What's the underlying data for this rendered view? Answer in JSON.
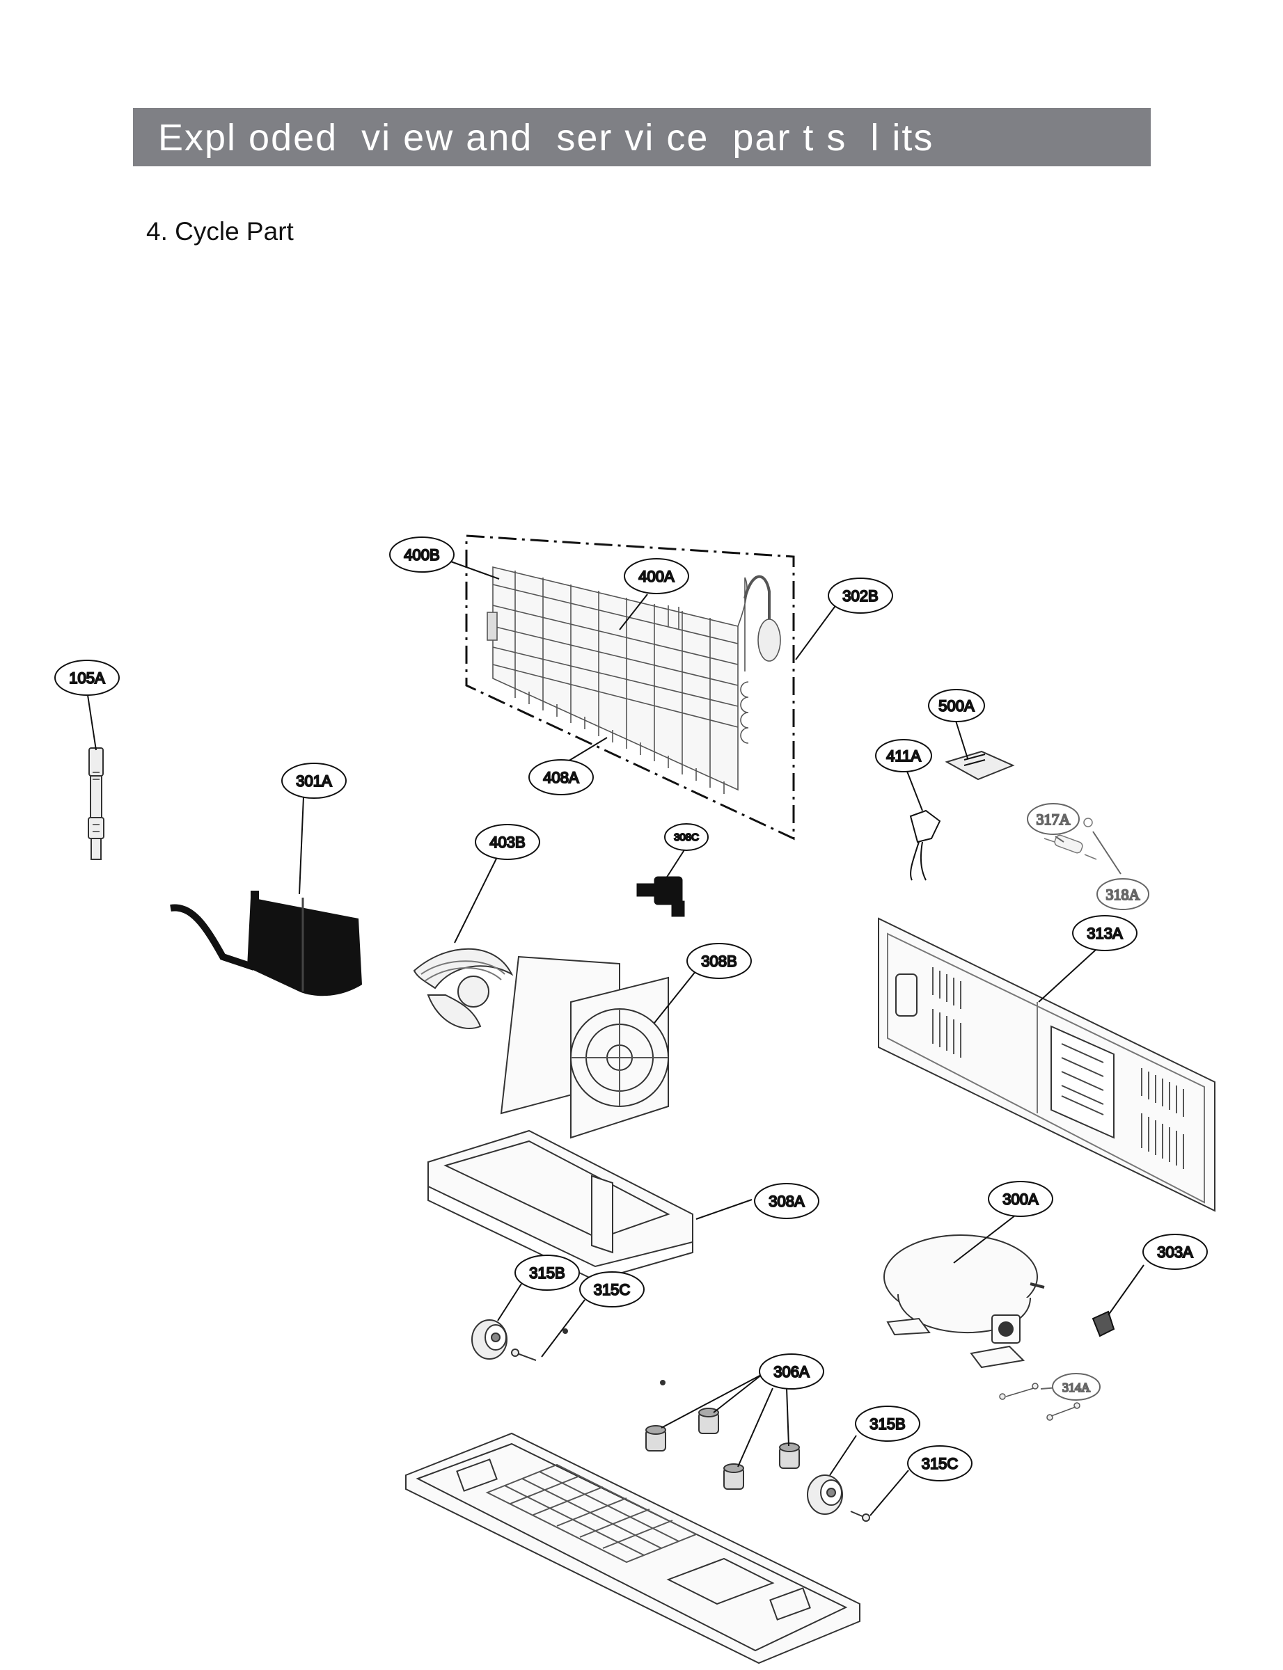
{
  "header": {
    "title": "Expl oded  vi ew and  ser vi ce  par t s  l its"
  },
  "section": {
    "title": "4. Cycle Part"
  },
  "callouts": {
    "c105A": "105A",
    "c301A": "301A",
    "c400B": "400B",
    "c400A": "400A",
    "c302B": "302B",
    "c408A": "408A",
    "c403B": "403B",
    "c308C": "308C",
    "c308B": "308B",
    "c308A": "308A",
    "c315B_1": "315B",
    "c315C_1": "315C",
    "c306A": "306A",
    "c315B_2": "315B",
    "c315C_2": "315C",
    "c500A": "500A",
    "c411A": "411A",
    "c317A": "317A",
    "c318A": "318A",
    "c313A": "313A",
    "c300A": "300A",
    "c303A": "303A",
    "c314A": "314A"
  }
}
